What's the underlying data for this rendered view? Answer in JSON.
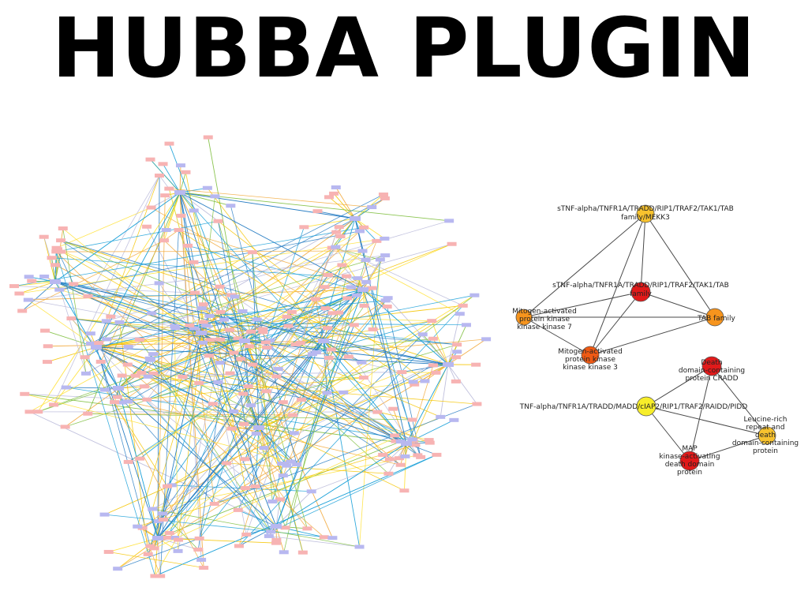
{
  "title": "HUBBA PLUGIN",
  "colors": {
    "big_edges": [
      "#1aa0d8",
      "#2b7fc4",
      "#f5c400",
      "#ffe033",
      "#f2a93b",
      "#7fbf3f",
      "#b9b9d9"
    ],
    "node_pink": "#f7b3b3",
    "node_lavender": "#b8b8f0",
    "sub_edge": "#4a4a4a",
    "sub_red": "#e11a1a",
    "sub_darkorange": "#ef5a14",
    "sub_orange": "#f6941d",
    "sub_gold": "#f7c22e",
    "sub_yellow": "#f7ee2a"
  },
  "subnetwork": {
    "nodes": [
      {
        "id": "n1",
        "label": "sTNF-alpha/TNFR1A/TRADD/RIP1/TRAF2/TAK1/TAB family/MEKK3",
        "color_key": "sub_gold"
      },
      {
        "id": "n2",
        "label": "sTNF-alpha/TNFR1A/TRADD/RIP1/TRAF2/TAK1/TAB family",
        "color_key": "sub_red"
      },
      {
        "id": "n3",
        "label": "Mitogen-activated protein kinase kinase kinase 7",
        "color_key": "sub_orange"
      },
      {
        "id": "n4",
        "label": "TAB family",
        "color_key": "sub_orange"
      },
      {
        "id": "n5",
        "label": "Mitogen-activated protein kinase kinase kinase 3",
        "color_key": "sub_darkorange"
      },
      {
        "id": "n6",
        "label": "Death domain-containing protein CRADD",
        "color_key": "sub_red"
      },
      {
        "id": "n7",
        "label": "TNF-alpha/TNFR1A/TRADD/MADD/cIAP2/RIP1/TRAF2/RAIDD/PIDD",
        "color_key": "sub_yellow"
      },
      {
        "id": "n8",
        "label": "Leucine-rich repeat and death domain-containing protein",
        "color_key": "sub_gold"
      },
      {
        "id": "n9",
        "label": "MAP kinase-activating death domain protein",
        "color_key": "sub_red"
      }
    ],
    "edges": [
      [
        "n1",
        "n2"
      ],
      [
        "n1",
        "n3"
      ],
      [
        "n1",
        "n4"
      ],
      [
        "n1",
        "n5"
      ],
      [
        "n2",
        "n3"
      ],
      [
        "n2",
        "n4"
      ],
      [
        "n2",
        "n5"
      ],
      [
        "n3",
        "n4"
      ],
      [
        "n3",
        "n5"
      ],
      [
        "n4",
        "n5"
      ],
      [
        "n6",
        "n7"
      ],
      [
        "n6",
        "n8"
      ],
      [
        "n6",
        "n9"
      ],
      [
        "n7",
        "n8"
      ],
      [
        "n7",
        "n9"
      ],
      [
        "n8",
        "n9"
      ]
    ]
  }
}
